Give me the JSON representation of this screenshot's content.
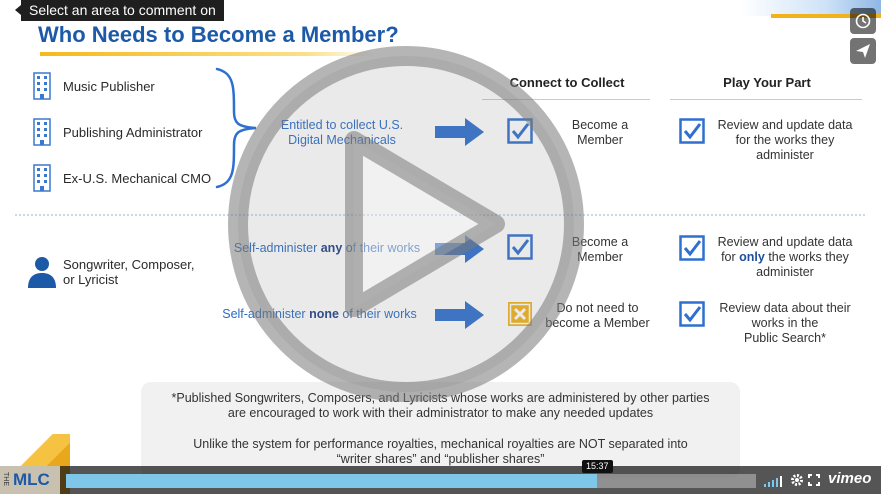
{
  "tooltip": {
    "text": "Select an area to comment on"
  },
  "slide": {
    "title": "Who Needs to Become a Member?",
    "entities_top": [
      "Music Publisher",
      "Publishing Administrator",
      "Ex-U.S. Mechanical CMO"
    ],
    "entity_bottom": [
      "Songwriter, Composer,",
      "or Lyricist"
    ],
    "columns": {
      "connect": "Connect to Collect",
      "play": "Play Your Part"
    },
    "row1": {
      "criteria": [
        "Entitled to collect U.S.",
        "Digital Mechanicals"
      ],
      "connect": [
        "Become a",
        "Member"
      ],
      "play": [
        "Review and update data",
        "for the works they",
        "administer"
      ]
    },
    "row2": {
      "criteria_pre": "Self-administer ",
      "criteria_bold": "any",
      "criteria_post": " of their works",
      "connect": [
        "Become a",
        "Member"
      ],
      "play_line1": "Review and update data",
      "play_pre": "for ",
      "play_bold": "only",
      "play_post": " the works they",
      "play_line3": "administer"
    },
    "row3": {
      "criteria_pre": "Self-administer ",
      "criteria_bold": "none",
      "criteria_post": " of their works",
      "connect": [
        "Do not need to",
        "become a Member"
      ],
      "play": [
        "Review data about their",
        "works in the",
        "Public Search*"
      ]
    },
    "footnote": [
      "*Published Songwriters, Composers, and Lyricists whose works are administered by other parties",
      "are encouraged to work with their administrator to make any needed updates",
      "Unlike the system for performance royalties, mechanical royalties are NOT separated into",
      "“writer shares” and “publisher shares”"
    ]
  },
  "player": {
    "timestamp": "15:37",
    "brand": "vimeo",
    "logo_text": "MLC",
    "progress_fraction": 0.77
  },
  "colors": {
    "accent_blue": "#1c5aa8",
    "arrow_blue": "#2f6fd0",
    "check_yellow": "#f2b21b",
    "progress": "#7fc7e8"
  }
}
